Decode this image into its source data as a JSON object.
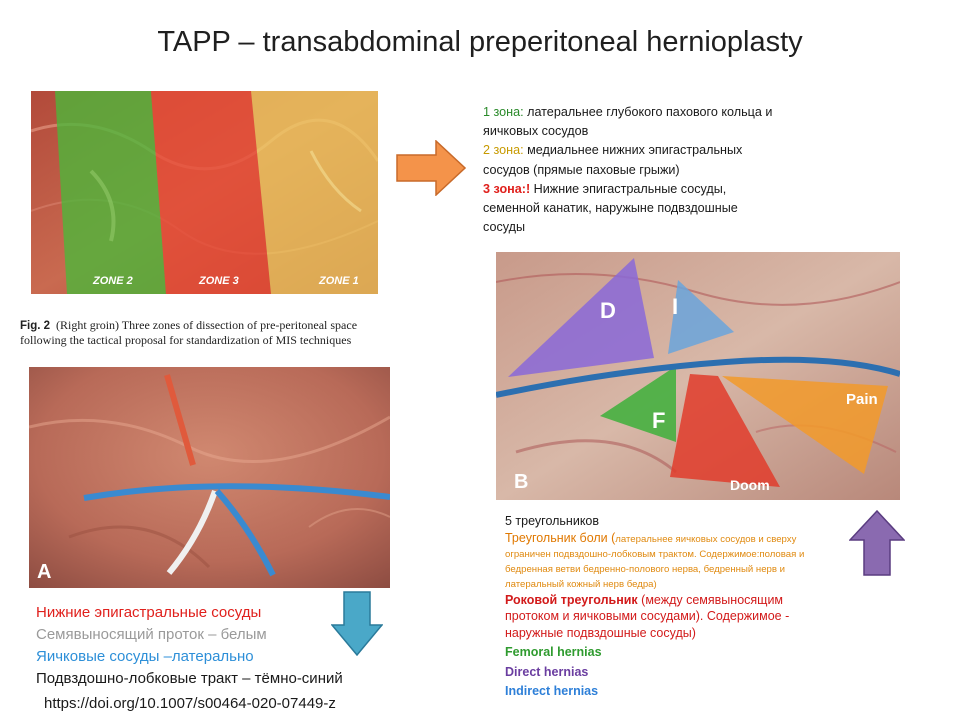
{
  "title": "TAPP – transabdominal preperitoneal hernioplasty",
  "zones_figure": {
    "zone_labels": [
      "ZONE 2",
      "ZONE 3",
      "ZONE 1"
    ],
    "caption_fig": "Fig. 2",
    "caption_text": "(Right groin) Three zones of dissection of pre-peritoneal space",
    "caption_line2": "following the tactical proposal for standardization of MIS techniques"
  },
  "zone_list": {
    "z1_label": "1 зона:",
    "z1_text": "латеральнее глубокого пахового кольца и",
    "z1_text2": "яичковых сосудов",
    "z2_label": "2 зона:",
    "z2_text": "медиальнее нижних эпигастральных",
    "z2_text2": "сосудов (прямые паховые грыжи)",
    "z3_label": "3 зона:!",
    "z3_text": "Нижние эпигастральные сосуды,",
    "z3_text2": "семенной канатик, наружыне подвздошные",
    "z3_text3": "сосуды"
  },
  "triangle_figure": {
    "panel_letter": "B",
    "labels": [
      "D",
      "I",
      "F",
      "Pain",
      "Doom"
    ]
  },
  "figure_a": {
    "panel_letter": "A"
  },
  "legend_a": {
    "epigastric": "Нижние эпигастральные сосуды",
    "vas": "Семявыносящий проток – белым",
    "testicular": "Яичковые сосуды –латерально",
    "iliopubic": "Подвздошно-лобковые тракт – тёмно-синий"
  },
  "doi": "https://doi.org/10.1007/s00464-020-07449-z",
  "triangles_text": {
    "heading": "5 треугольников",
    "pain_head": "Треугольник боли (",
    "pain_small1": "латеральнее яичковых сосудов и сверху",
    "pain_small2": "ограничен подвздошно-лобковым трактом. Содержимое:половая и",
    "pain_small3": "бедренная ветви бедренно-полового нерва, бедренный нерв и",
    "pain_small4": "латеральный кожный нерв бедра)",
    "doom_head": "Роковой треугольник",
    "doom_body1": " (между семявыносящим",
    "doom_body2": "протоком и яичковыми сосудами). Содержимое -",
    "doom_body3": "наружные подвздошные сосуды)",
    "femoral": "Femoral hernias",
    "direct": "Direct hernias",
    "indirect": "Indirect hernias"
  },
  "colors": {
    "zone1": "#2a8a2a",
    "zone2": "#c79a00",
    "zone3": "#e0201c",
    "arrow_right": "#f4934a",
    "arrow_down": "#4aa8c8",
    "arrow_up": "#8a6ab0"
  }
}
